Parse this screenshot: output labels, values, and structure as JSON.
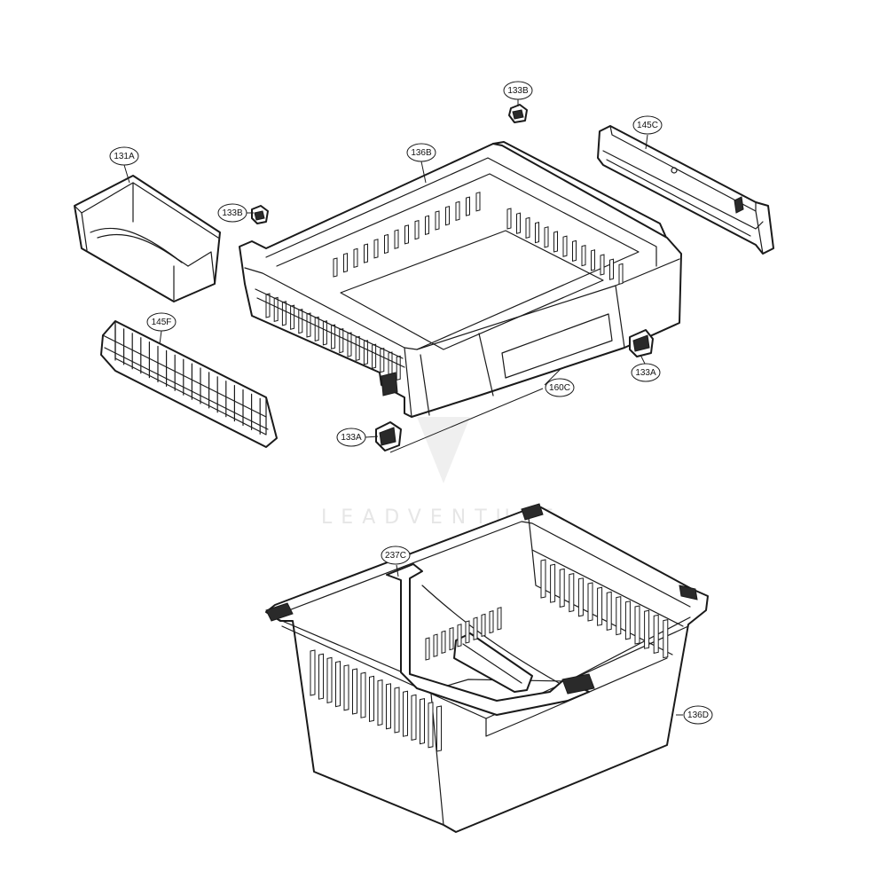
{
  "diagram": {
    "callouts": [
      {
        "id": "131A",
        "label": "131A"
      },
      {
        "id": "133B-top",
        "label": "133B"
      },
      {
        "id": "133B-left",
        "label": "133B"
      },
      {
        "id": "136B",
        "label": "136B"
      },
      {
        "id": "145C",
        "label": "145C"
      },
      {
        "id": "145F",
        "label": "145F"
      },
      {
        "id": "133A-right",
        "label": "133A"
      },
      {
        "id": "160C",
        "label": "160C"
      },
      {
        "id": "133A-left",
        "label": "133A"
      },
      {
        "id": "237C",
        "label": "237C"
      },
      {
        "id": "136D",
        "label": "136D"
      }
    ],
    "watermark": {
      "text": "LEADVENTURE"
    }
  }
}
